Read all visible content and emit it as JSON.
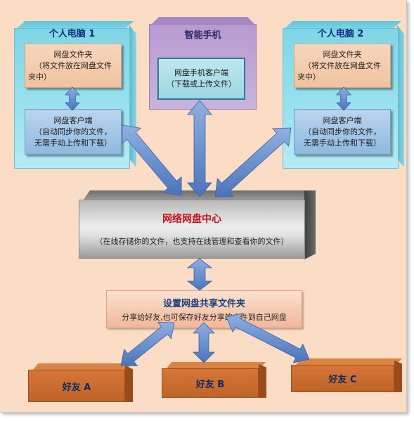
{
  "pc1": {
    "title": "个人电脑 1",
    "folder_title": "网盘文件夹",
    "folder_desc_1": "（将文件放在网盘文件",
    "folder_desc_2": "夹中）",
    "client_title": "网盘客户端",
    "client_desc_1": "（自动同步你的文件，",
    "client_desc_2": "无需手动上传和下载）"
  },
  "phone": {
    "title": "智能手机",
    "client_title": "网盘手机客户端",
    "client_desc": "（下载或上传文件）"
  },
  "pc2": {
    "title": "个人电脑 2",
    "folder_title": "网盘文件夹",
    "folder_desc_1": "（将文件放在网盘文件",
    "folder_desc_2": "夹中）",
    "client_title": "网盘客户端",
    "client_desc_1": "（自动同步你的文件，",
    "client_desc_2": "无需手动上传和下载）"
  },
  "center": {
    "title": "网络网盘中心",
    "desc": "（在线存储你的文件，也支持在线管理和查看你的文件）"
  },
  "share": {
    "title": "设置网盘共享文件夹",
    "desc": "分享给好友,也可保存好友分享的文件到自己网盘"
  },
  "friends": [
    "好友 A",
    "好友 B",
    "好友 C"
  ],
  "colors": {
    "background": "#fbdcc4",
    "pc": "#7fd6e6",
    "phone": "#b79ad0",
    "arrow": "#5d86c8",
    "center_title": "#c4141c"
  }
}
